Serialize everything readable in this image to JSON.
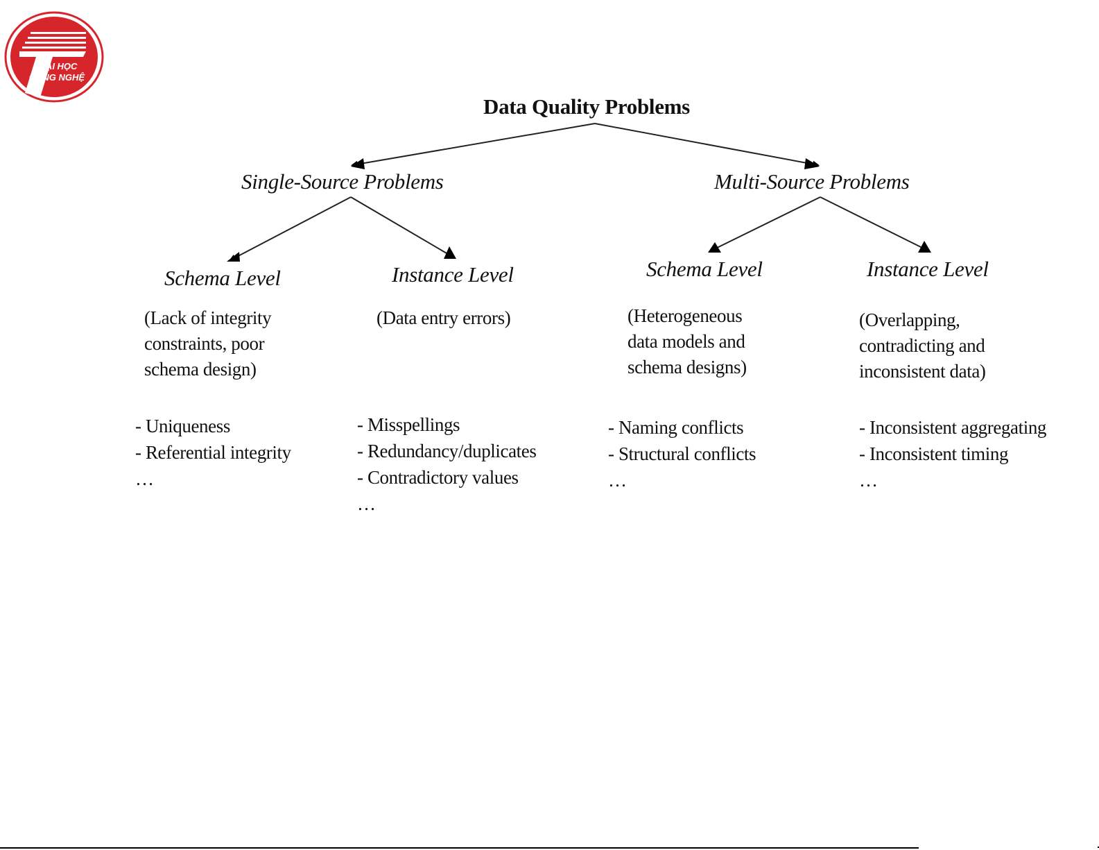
{
  "logo": {
    "line1": "ĐẠI HỌC",
    "line2": "CÔNG NGHỆ",
    "color": "#d7262b"
  },
  "diagram": {
    "title": "Data Quality Problems",
    "branches": [
      {
        "label": "Single-Source Problems",
        "children": [
          {
            "label": "Schema Level",
            "description": [
              "(Lack of integrity",
              "constraints, poor",
              "schema design)"
            ],
            "items": [
              "- Uniqueness",
              "- Referential integrity",
              "…"
            ]
          },
          {
            "label": "Instance Level",
            "description": [
              "(Data entry errors)"
            ],
            "items": [
              "- Misspellings",
              "- Redundancy/duplicates",
              "- Contradictory values",
              "…"
            ]
          }
        ]
      },
      {
        "label": "Multi-Source Problems",
        "children": [
          {
            "label": "Schema Level",
            "description": [
              "(Heterogeneous",
              "data models and",
              "schema designs)"
            ],
            "items": [
              "- Naming conflicts",
              "- Structural conflicts",
              "…"
            ]
          },
          {
            "label": "Instance Level",
            "description": [
              "(Overlapping,",
              "contradicting and",
              "inconsistent data)"
            ],
            "items": [
              "- Inconsistent aggregating",
              "- Inconsistent timing",
              "…"
            ]
          }
        ]
      }
    ]
  }
}
